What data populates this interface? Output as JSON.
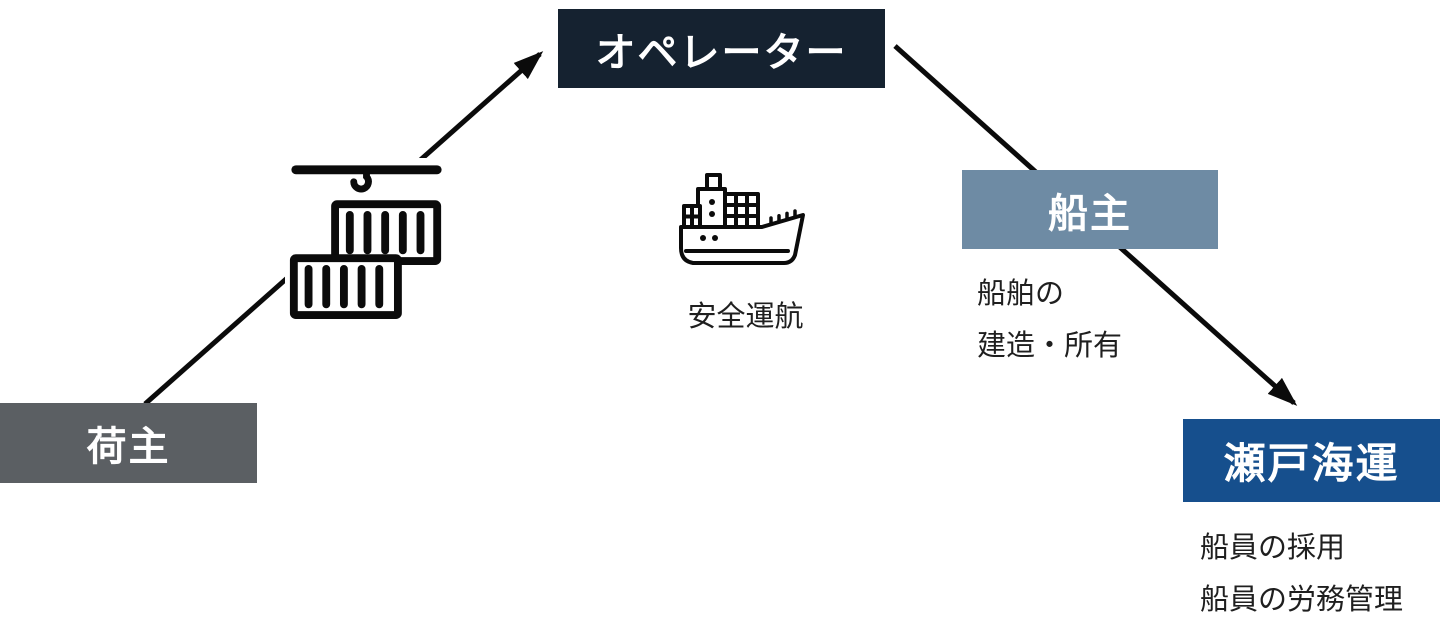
{
  "nodes": {
    "shipper": {
      "label": "荷主",
      "bg": "#5b5f63"
    },
    "operator": {
      "label": "オペレーター",
      "bg": "#152230"
    },
    "shipowner": {
      "label": "船主",
      "bg": "#6e8ba4"
    },
    "seto": {
      "label": "瀬戸海運",
      "bg": "#164f8d"
    }
  },
  "annotations": {
    "shipowner_note": {
      "line1": "船舶の",
      "line2": "建造・所有"
    },
    "seto_note": {
      "line1": "船員の採用",
      "line2": "船員の労務管理"
    },
    "ship_caption": "安全運航"
  },
  "icons": {
    "crane": "container-crane-icon",
    "ship": "cargo-ship-icon"
  },
  "colors": {
    "background": "#ffffff",
    "arrow": "#0b0b0b",
    "icon_stroke": "#0b0b0b",
    "note_text": "#1f1f1f",
    "box_text": "#ffffff"
  }
}
